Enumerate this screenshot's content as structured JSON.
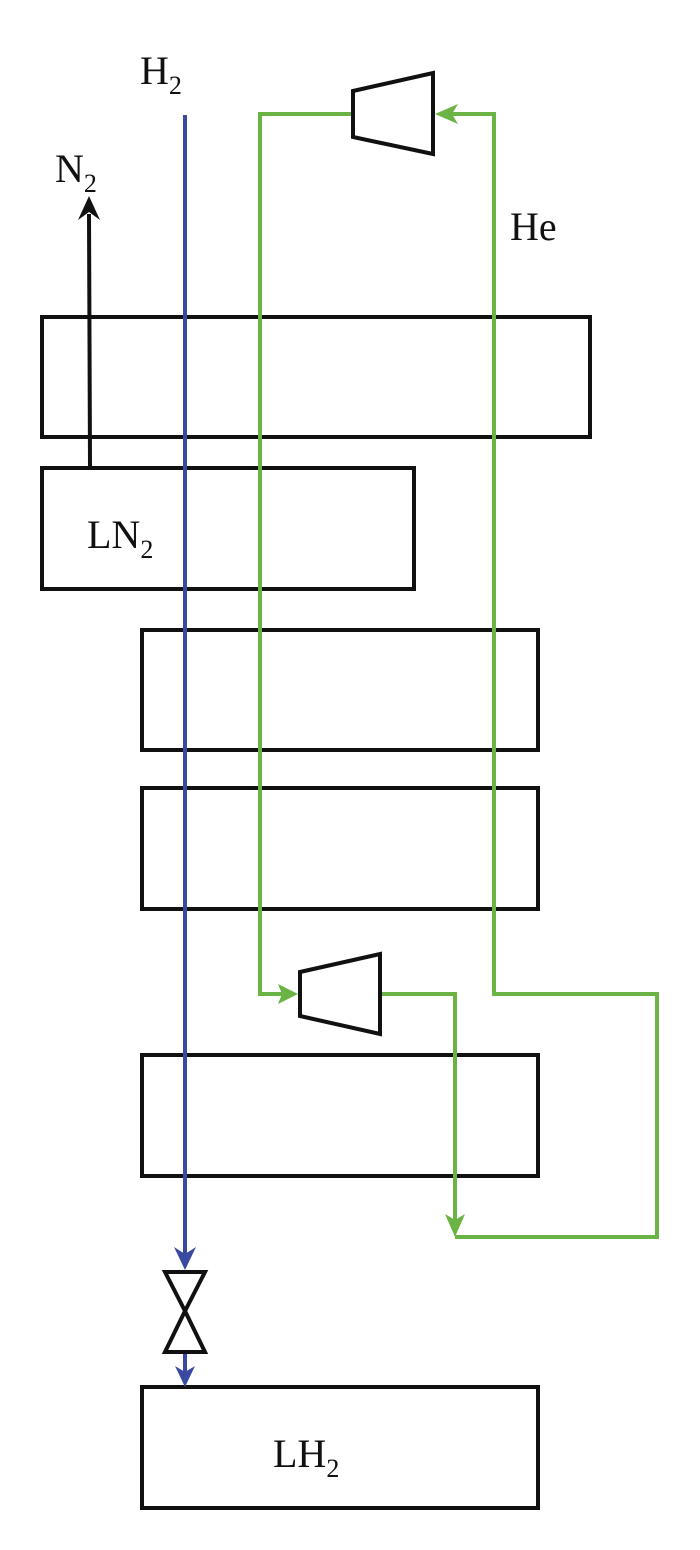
{
  "labels": {
    "h2_inlet": {
      "main": "H",
      "sub": "2"
    },
    "n2_outlet": {
      "main": "N",
      "sub": "2"
    },
    "he_loop": {
      "main": "He"
    },
    "ln2_bath": {
      "main": "LN",
      "sub": "2"
    },
    "lh2_tank": {
      "main": "LH",
      "sub": "2"
    }
  },
  "colors": {
    "hydrogen": "#3a4aa0",
    "helium": "#6ab344",
    "nitrogen": "#111111",
    "outline": "#111111"
  },
  "icons": {
    "compressor": "compressor-icon",
    "expander": "expander-icon",
    "valve": "throttle-valve-icon"
  }
}
